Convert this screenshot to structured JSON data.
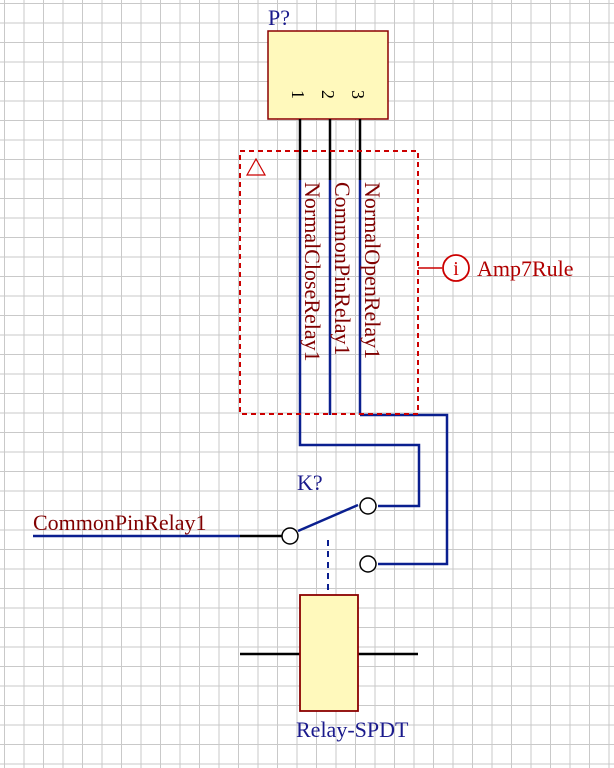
{
  "connector": {
    "designator": "P?",
    "pins": [
      "1",
      "2",
      "3"
    ],
    "body_color": "#FFF9BC",
    "outline_color": "#8B0000"
  },
  "net_labels": {
    "pin1": "NormalCloseRelay1",
    "pin2": "CommonPinRelay1",
    "pin3": "NormalOpenRelay1",
    "left_input": "CommonPinRelay1"
  },
  "rule_directive": {
    "icon": "info-icon",
    "icon_text": "i",
    "label": "Amp7Rule",
    "color": "#CC0000"
  },
  "relay": {
    "designator": "K?",
    "name": "Relay-SPDT",
    "coil_color": "#FFF9BC",
    "outline_color": "#8B0000"
  },
  "colors": {
    "wire": "#0A1F8F",
    "pin": "#000000",
    "label": "#800000",
    "designator": "#1A1A8C"
  }
}
